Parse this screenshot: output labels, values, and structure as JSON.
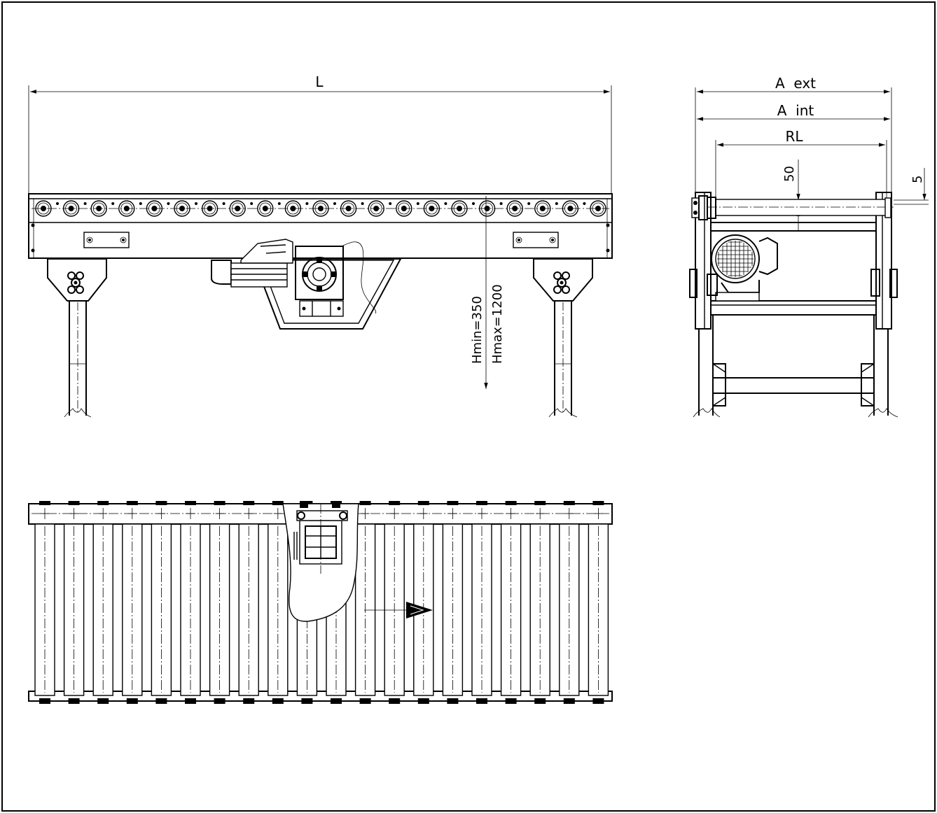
{
  "drawing": {
    "front_view": {
      "length_label": "L",
      "height_min_label": "Hmin=350",
      "height_max_label": "Hmax=1200"
    },
    "side_view": {
      "outer_width_label": "A  ext",
      "inner_width_label": "A  int",
      "roller_length_label": "RL",
      "roller_height_label": "50",
      "offset_label": "5"
    }
  }
}
